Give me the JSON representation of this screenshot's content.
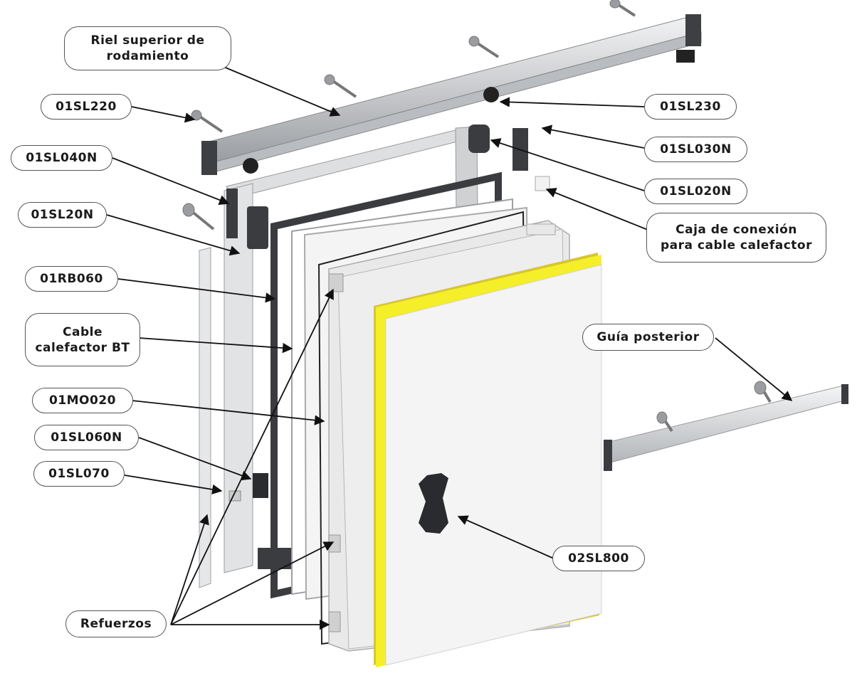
{
  "diagram": {
    "labels": {
      "riel_line1": "Riel superior de",
      "riel_line2": "rodamiento",
      "sl220": "01SL220",
      "sl230": "01SL230",
      "sl040n": "01SL040N",
      "sl030n": "01SL030N",
      "sl20n": "01SL20N",
      "sl020n": "01SL020N",
      "caja_line1": "Caja de conexión",
      "caja_line2": "para cable calefactor",
      "rb060": "01RB060",
      "cable_line1": "Cable",
      "cable_line2": "calefactor BT",
      "guia": "Guía posterior",
      "mo020": "01MO020",
      "sl060n": "01SL060N",
      "sl070": "01SL070",
      "sl800": "02SL800",
      "refuerzos": "Refuerzos"
    },
    "colors": {
      "seal": "#f5ef2a",
      "metal_dark": "#4a4c50",
      "metal_light": "#d4d6d8",
      "panel": "#f3f3f3"
    }
  }
}
